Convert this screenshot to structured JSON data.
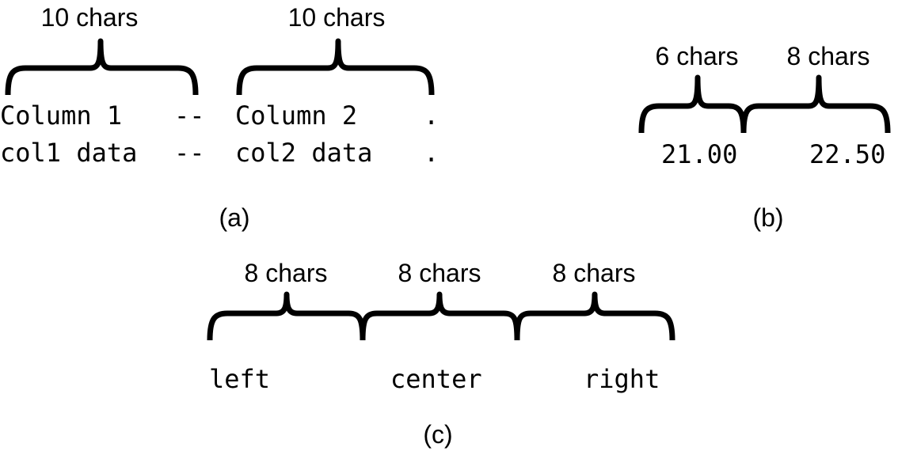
{
  "panel_a": {
    "caption": "(a)",
    "widths": [
      "10 chars",
      "10 chars"
    ],
    "rows": [
      {
        "col1": "Column 1",
        "sep": "--",
        "col2": "Column 2",
        "end": "."
      },
      {
        "col1": "col1 data",
        "sep": "--",
        "col2": "col2 data",
        "end": "."
      }
    ]
  },
  "panel_b": {
    "caption": "(b)",
    "widths": [
      "6 chars",
      "8 chars"
    ],
    "values": [
      "21.00",
      "22.50"
    ]
  },
  "panel_c": {
    "caption": "(c)",
    "widths": [
      "8 chars",
      "8 chars",
      "8 chars"
    ],
    "values": [
      "left",
      "center",
      "right"
    ]
  },
  "colors": {
    "ink": "#000000",
    "background": "#ffffff"
  }
}
